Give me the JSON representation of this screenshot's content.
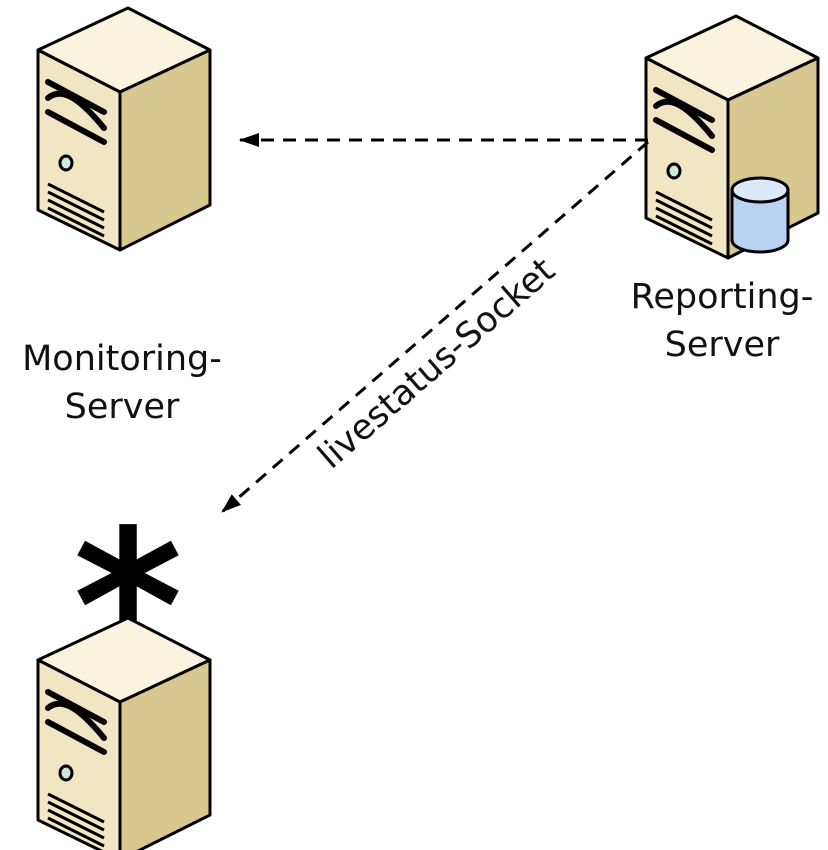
{
  "nodes": {
    "monitoring_server": {
      "label_line1": "Monitoring-",
      "label_line2": "Server"
    },
    "reporting_server": {
      "label_line1": "Reporting-",
      "label_line2": "Server"
    },
    "remote_server": {
      "marker": "*"
    }
  },
  "connections": {
    "reporting_to_monitoring": {
      "style": "dashed",
      "direction": "reporting-server → monitoring-server"
    },
    "livestatus_socket": {
      "label": "livestatus-Socket",
      "style": "dashed",
      "direction": "reporting-server → remote-server"
    }
  },
  "colors": {
    "server_body": "#f1e6c4",
    "server_side": "#d6c58f",
    "server_outline": "#000000",
    "database_body": "#b8d4f2",
    "database_top": "#dce9f8",
    "line": "#000000"
  }
}
